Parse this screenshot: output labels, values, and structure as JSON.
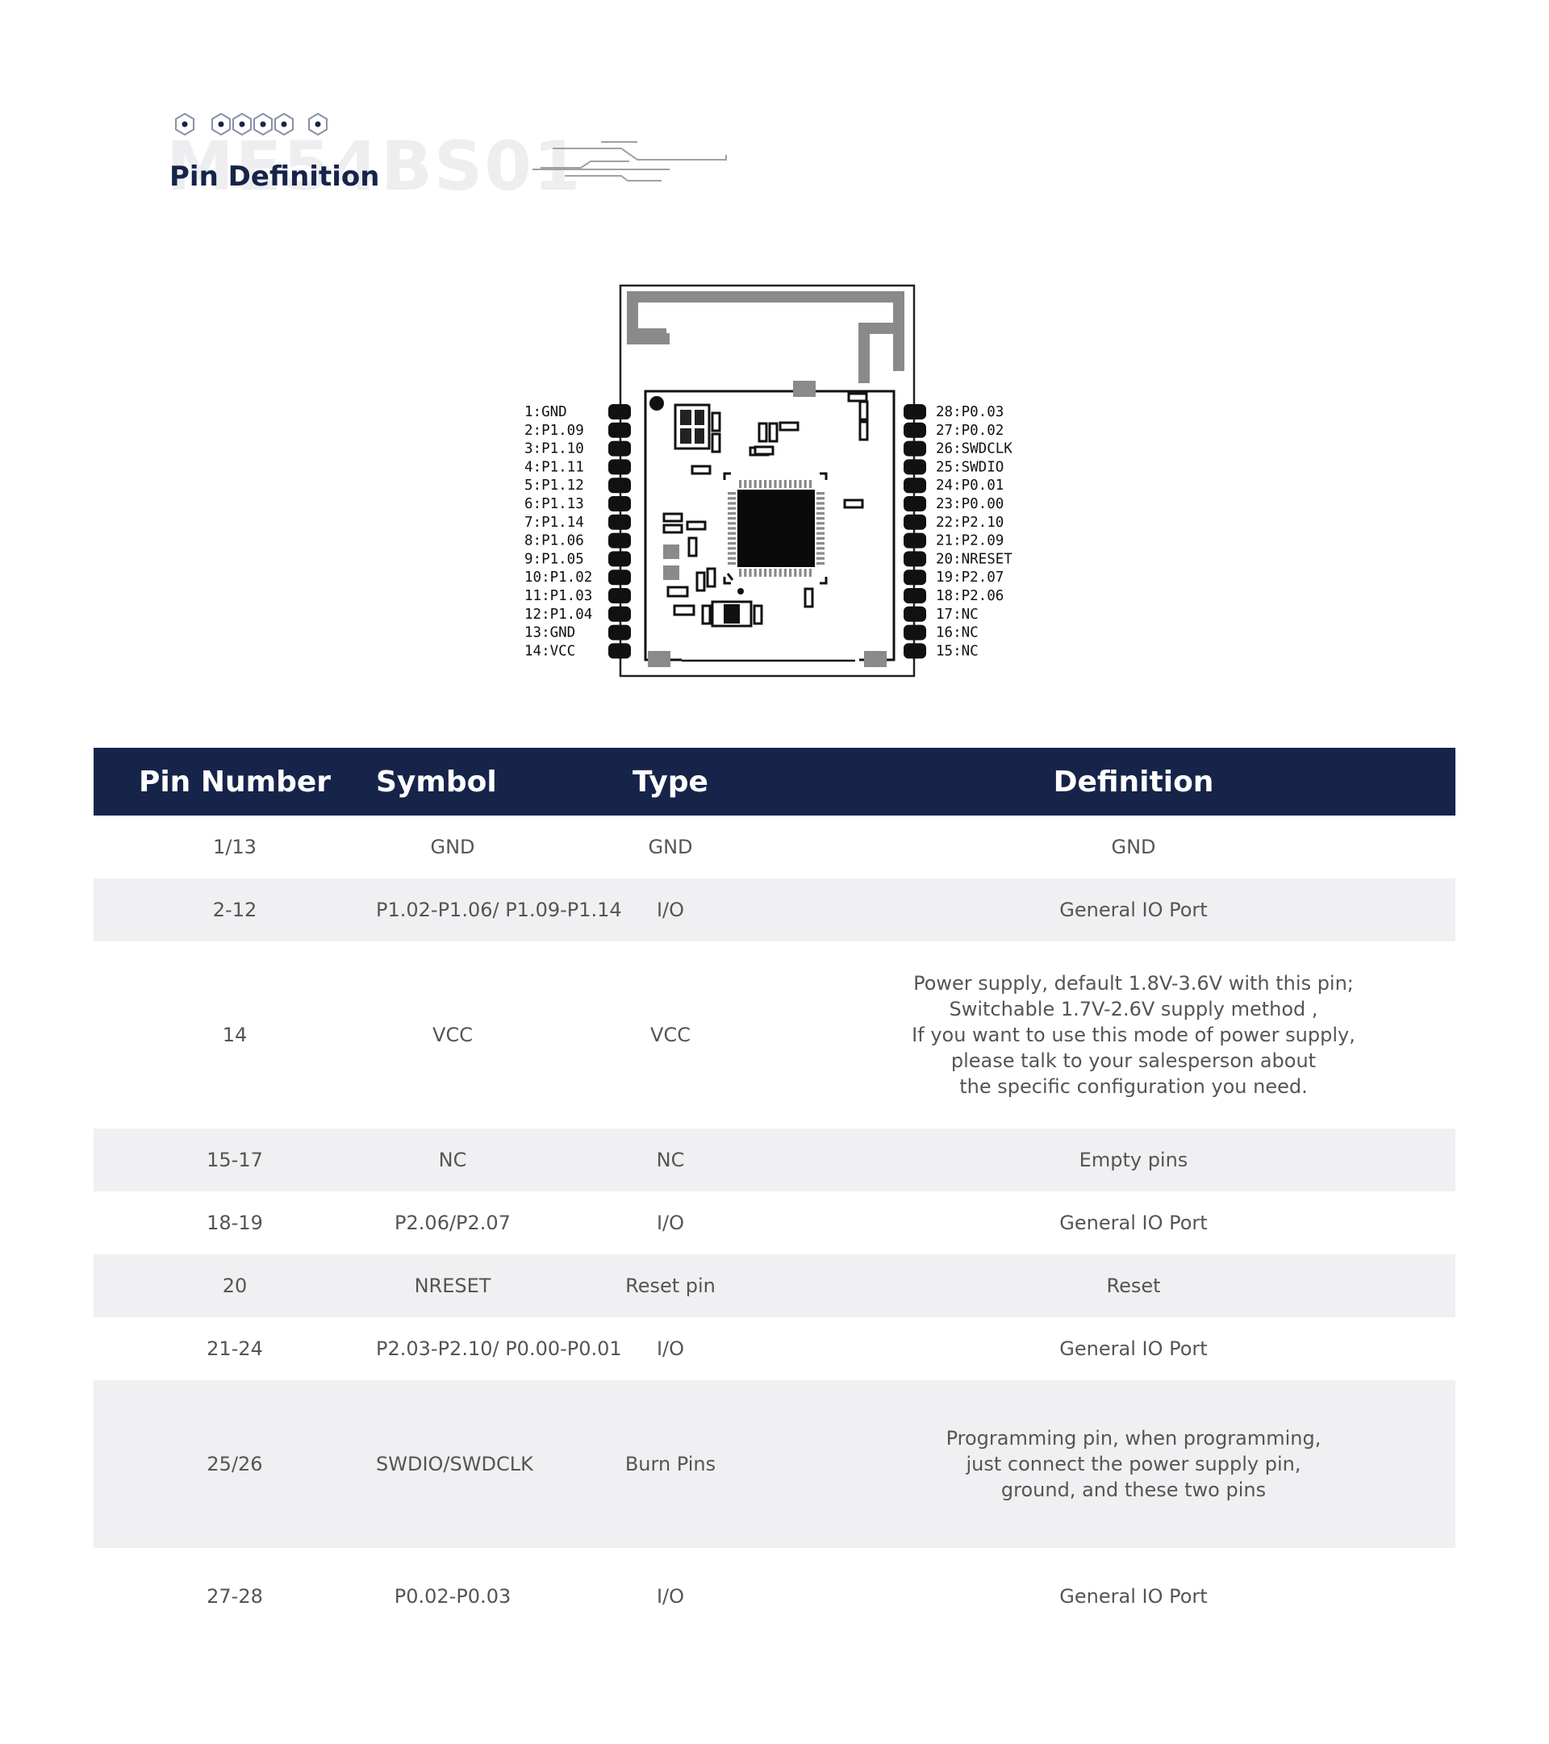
{
  "header": {
    "watermark": "ME54BS01",
    "title": "Pin Definition"
  },
  "diagram": {
    "left_pins": [
      "1:GND",
      "2:P1.09",
      "3:P1.10",
      "4:P1.11",
      "5:P1.12",
      "6:P1.13",
      "7:P1.14",
      "8:P1.06",
      "9:P1.05",
      "10:P1.02",
      "11:P1.03",
      "12:P1.04",
      "13:GND",
      "14:VCC"
    ],
    "right_pins": [
      "28:P0.03",
      "27:P0.02",
      "26:SWDCLK",
      "25:SWDIO",
      "24:P0.01",
      "23:P0.00",
      "22:P2.10",
      "21:P2.09",
      "20:NRESET",
      "19:P2.07",
      "18:P2.06",
      "17:NC",
      "16:NC",
      "15:NC"
    ]
  },
  "table": {
    "headers": [
      "Pin Number",
      "Symbol",
      "Type",
      "Definition"
    ],
    "rows": [
      [
        "1/13",
        "GND",
        "GND",
        "GND"
      ],
      [
        "2-12",
        "P1.02-P1.06/ P1.09-P1.14",
        "I/O",
        "General IO Port"
      ],
      [
        "14",
        "VCC",
        "VCC",
        "Power supply, default 1.8V-3.6V with this pin;\nSwitchable 1.7V-2.6V supply method ,\nIf you want to use this mode of power supply,\nplease talk to your salesperson about\nthe specific configuration you need."
      ],
      [
        "15-17",
        "NC",
        "NC",
        "Empty pins"
      ],
      [
        "18-19",
        "P2.06/P2.07",
        "I/O",
        "General IO Port"
      ],
      [
        "20",
        "NRESET",
        "Reset pin",
        "Reset"
      ],
      [
        "21-24",
        "P2.03-P2.10/ P0.00-P0.01",
        "I/O",
        "General IO Port"
      ],
      [
        "25/26",
        "SWDIO/SWDCLK",
        "Burn Pins",
        "Programming pin, when programming,\njust connect the power supply pin,\nground, and these two pins"
      ],
      [
        "27-28",
        "P0.02-P0.03",
        "I/O",
        "General IO Port"
      ]
    ]
  }
}
